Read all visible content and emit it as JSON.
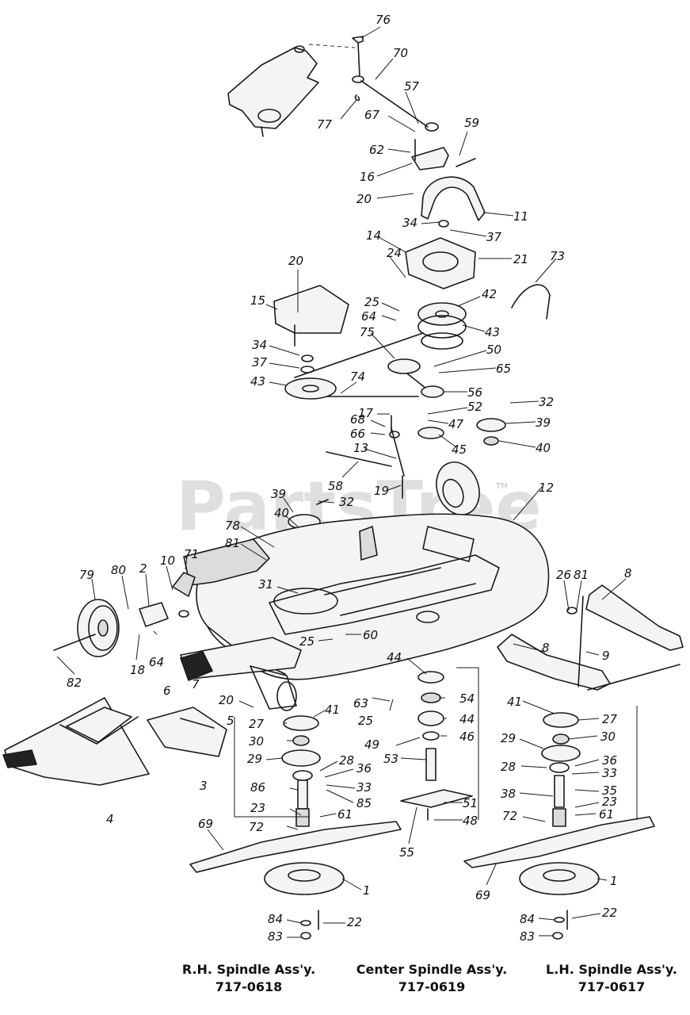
{
  "watermark": {
    "text": "PartsTree",
    "tm": "TM"
  },
  "callouts": [
    "1",
    "2",
    "3",
    "4",
    "5",
    "6",
    "7",
    "8",
    "9",
    "10",
    "11",
    "12",
    "13",
    "14",
    "15",
    "16",
    "17",
    "18",
    "19",
    "20",
    "21",
    "22",
    "23",
    "24",
    "25",
    "26",
    "27",
    "28",
    "29",
    "30",
    "31",
    "32",
    "33",
    "34",
    "35",
    "36",
    "37",
    "38",
    "39",
    "40",
    "41",
    "42",
    "43",
    "44",
    "45",
    "46",
    "47",
    "48",
    "49",
    "50",
    "51",
    "52",
    "53",
    "54",
    "55",
    "56",
    "57",
    "58",
    "59",
    "60",
    "61",
    "62",
    "63",
    "64",
    "65",
    "66",
    "67",
    "68",
    "69",
    "70",
    "71",
    "72",
    "73",
    "74",
    "75",
    "76",
    "77",
    "78",
    "79",
    "80",
    "81",
    "82",
    "83",
    "84",
    "85",
    "86"
  ],
  "captions": {
    "rh": {
      "title": "R.H. Spindle Ass'y.",
      "part": "717-0618"
    },
    "center": {
      "title": "Center Spindle Ass'y.",
      "part": "717-0619"
    },
    "lh": {
      "title": "L.H. Spindle Ass'y.",
      "part": "717-0617"
    }
  }
}
